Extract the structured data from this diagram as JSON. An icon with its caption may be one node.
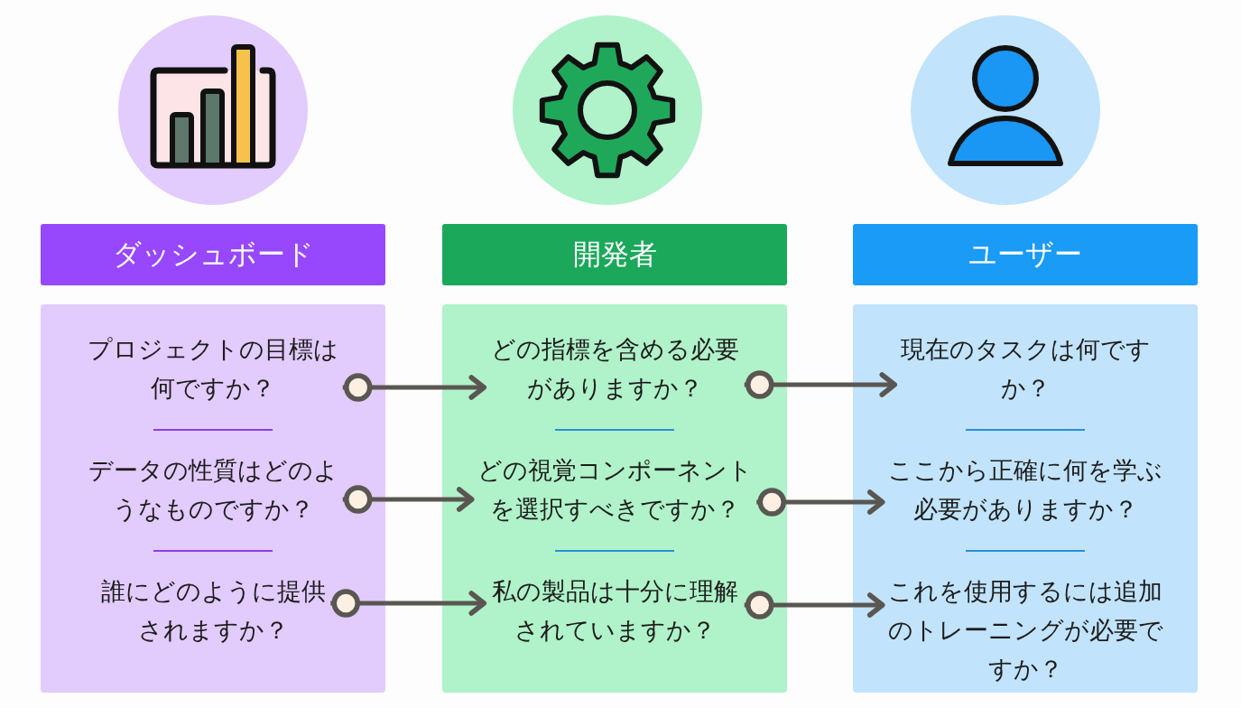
{
  "diagram": {
    "nodes": [
      {
        "text": [
          "ダッシュボード"
        ]
      },
      {
        "text": [
          "開発者"
        ]
      },
      {
        "text": [
          "ユーザー"
        ]
      },
      {
        "text": [],
        "shape": "box"
      },
      {
        "text": [
          "プロジェクトの目標は何ですか？"
        ],
        "in": 3
      },
      {
        "text": [
          "データの性質はどのようなものですか？"
        ],
        "in": 3
      },
      {
        "text": [
          "誰にどのように提供されますか？"
        ],
        "in": 3
      },
      {
        "text": [],
        "shape": "box"
      },
      {
        "text": [
          "どの指標を含める必要がありますか？"
        ],
        "in": 7
      },
      {
        "text": [
          "どの視覚コンポーネントを選択すべきですか？"
        ],
        "in": 7
      },
      {
        "text": [
          "私の製品は十分に理解されていますか？"
        ],
        "in": 7
      },
      {
        "text": [],
        "shape": "box"
      },
      {
        "text": [
          "現在のタスクは何ですか？"
        ],
        "in": 11
      },
      {
        "text": [
          "ここから正確に何を学ぶ必要がありますか？"
        ],
        "in": 11
      },
      {
        "text": [
          "これを使用するには追加のトレーニングが必要ですか？"
        ],
        "in": 11
      }
    ],
    "edges": [
      {
        "from": 4,
        "to": 8,
        "arrow": "to"
      },
      {
        "from": 5,
        "to": 9,
        "arrow": "to"
      },
      {
        "from": 6,
        "to": 10,
        "arrow": "to"
      },
      {
        "from": 8,
        "to": 12,
        "arrow": "to"
      },
      {
        "from": 9,
        "to": 13,
        "arrow": "to"
      },
      {
        "from": 10,
        "to": 14,
        "arrow": "to"
      }
    ]
  }
}
